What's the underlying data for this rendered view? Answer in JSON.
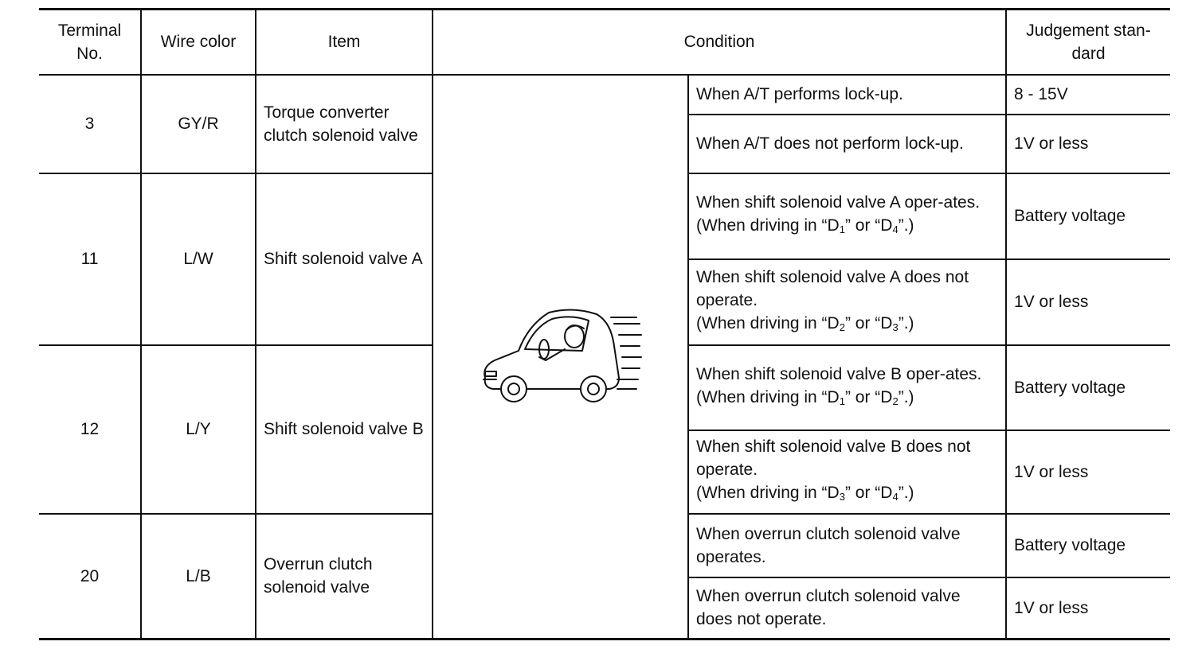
{
  "headers": {
    "terminal": "Terminal No.",
    "wire_color": "Wire color",
    "item": "Item",
    "condition": "Condition",
    "judgement": "Judgement stan-dard"
  },
  "groups": [
    {
      "terminal": "3",
      "wire": "GY/R",
      "item": "Torque converter clutch solenoid valve",
      "rows": [
        {
          "condition": "When A/T performs lock-up.",
          "judgement": "8 - 15V"
        },
        {
          "condition": "When A/T does not perform lock-up.",
          "judgement": "1V or less"
        }
      ]
    },
    {
      "terminal": "11",
      "wire": "L/W",
      "item": "Shift solenoid valve A",
      "rows": [
        {
          "condition": "When shift solenoid valve A oper-ates.",
          "note": [
            "(When driving in “D",
            "1",
            "” or “D",
            "4",
            "”.)"
          ],
          "judgement": "Battery voltage"
        },
        {
          "condition": "When shift solenoid valve A does not operate.",
          "note": [
            "(When driving in “D",
            "2",
            "” or “D",
            "3",
            "”.)"
          ],
          "judgement": "1V or less"
        }
      ]
    },
    {
      "terminal": "12",
      "wire": "L/Y",
      "item": "Shift solenoid valve B",
      "rows": [
        {
          "condition": "When shift solenoid valve B oper-ates.",
          "note": [
            "(When driving in “D",
            "1",
            "” or “D",
            "2",
            "”.)"
          ],
          "judgement": "Battery voltage"
        },
        {
          "condition": "When shift solenoid valve B does not operate.",
          "note": [
            "(When driving in “D",
            "3",
            "” or “D",
            "4",
            "”.)"
          ],
          "judgement": "1V or less"
        }
      ]
    },
    {
      "terminal": "20",
      "wire": "L/B",
      "item": "Overrun clutch solenoid valve",
      "rows": [
        {
          "condition": "When overrun clutch solenoid valve operates.",
          "judgement": "Battery voltage"
        },
        {
          "condition": "When overrun clutch solenoid valve does not operate.",
          "judgement": "1V or less"
        }
      ]
    }
  ],
  "illustration": "driving-car-icon"
}
